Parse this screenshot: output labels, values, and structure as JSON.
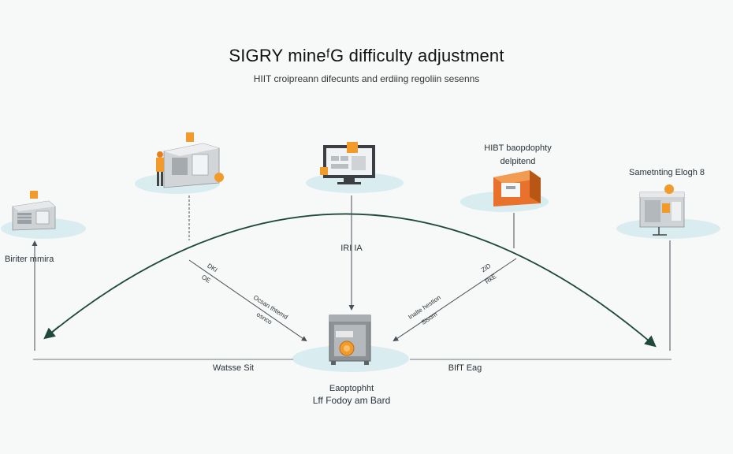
{
  "title": "SIGRY mineᶠG difficulty adjustment",
  "subtitle": "HIIT croipreann difecunts and erdiing regoliin sesenns",
  "nodes": {
    "left": {
      "label": "Biriter  mmira"
    },
    "top_left": {
      "label": ""
    },
    "top_center": {
      "label": ""
    },
    "top_right": {
      "label_line1": "HIBT baopdophty",
      "label_line2": "delpitend"
    },
    "right": {
      "label": "Sametnting Elogh 8"
    },
    "center": {
      "label_line1": "Eaoptophht",
      "label_line2": "Lff Fodoy am Bard"
    }
  },
  "edge_labels": {
    "center_vertical": "IRI  IA",
    "left_diag_top_a": "DKI",
    "left_diag_top_b": "OE",
    "left_diag_mid_a": "Ocsan  thtemd",
    "left_diag_mid_b": "osnco",
    "right_diag_top_a": "ZiD",
    "right_diag_top_b": "RkE",
    "right_diag_mid_a": "Inalte hestion",
    "right_diag_mid_b": "Sisom",
    "bottom_left": "Watsse Sit",
    "bottom_right": "BIfT Eag"
  },
  "colors": {
    "arc": "#1f4a3a",
    "platform": "#d6eaed",
    "orange": "#f29b2a",
    "gray_machine": "#c9cccf",
    "line": "#4a5157"
  }
}
